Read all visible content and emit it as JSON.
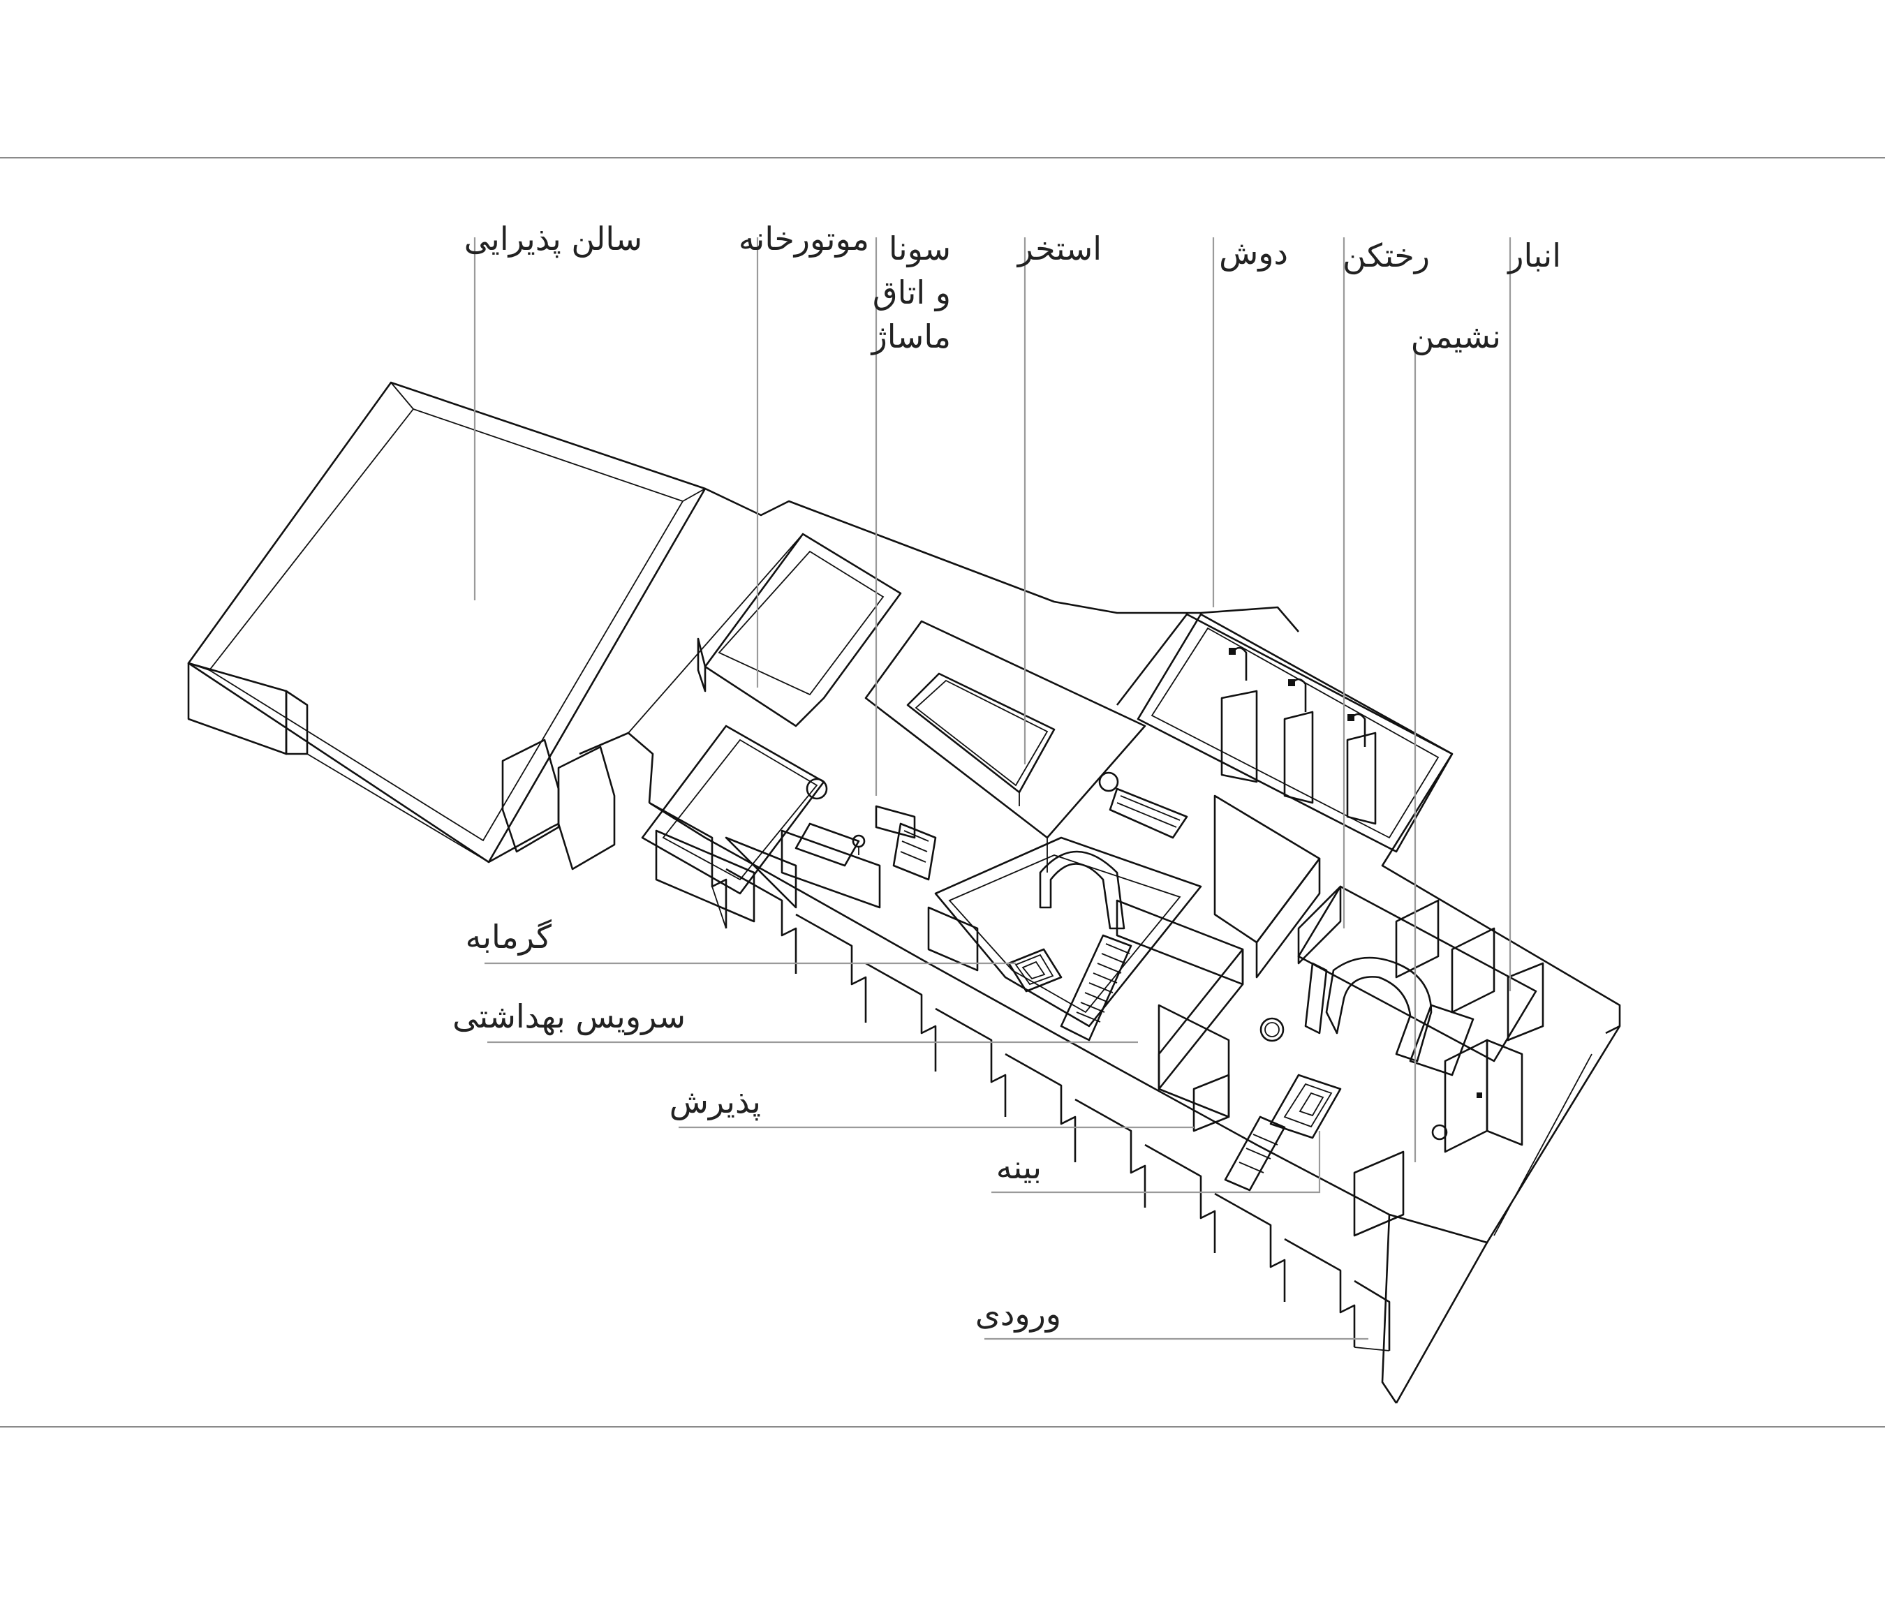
{
  "labels": {
    "reception_hall": "سالن پذیرایی",
    "motor_room": "موتورخانه",
    "sauna_line1": "سونا",
    "sauna_line2": "و اتاق",
    "sauna_line3": "ماساژ",
    "pool": "استخر",
    "shower": "دوش",
    "changing_room": "رختکن",
    "storage": "انبار",
    "living_area": "نشیمن",
    "bathhouse": "گرمابه",
    "toilet": "سرویس بهداشتی",
    "reception": "پذیرش",
    "bineh": "بینه",
    "entrance": "ورودی"
  },
  "colors": {
    "line": "#111111",
    "leader": "#9a9a9a",
    "text": "#222222",
    "background": "#ffffff"
  }
}
